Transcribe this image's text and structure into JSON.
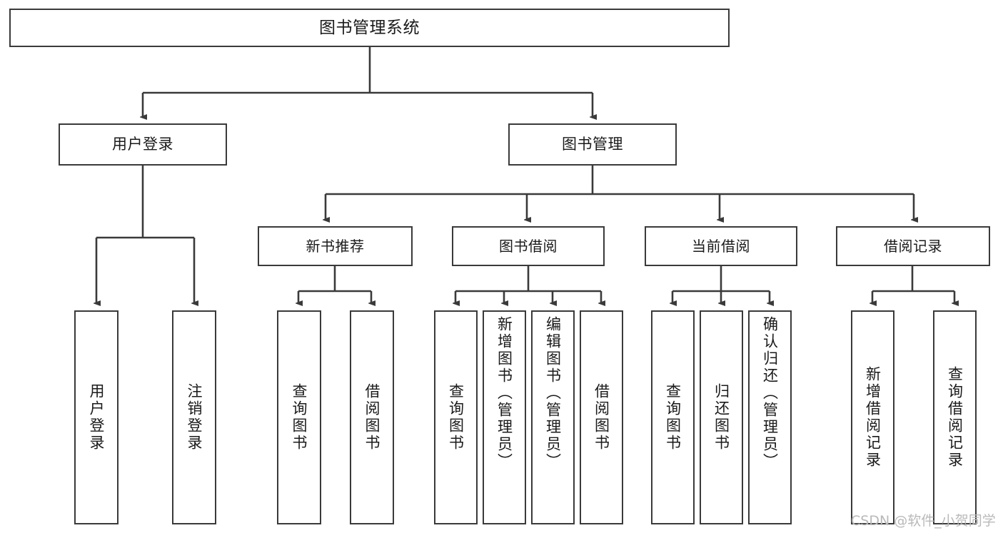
{
  "diagram": {
    "title": "图书管理系统",
    "type": "tree",
    "background_color": "#ffffff",
    "line_color": "#3a3a3a",
    "box_border_color": "#3a3a3a",
    "box_fill_color": "#ffffff",
    "text_color": "#1a1a1a"
  },
  "root": {
    "label": "图书管理系统"
  },
  "level2": [
    {
      "label": "用户登录"
    },
    {
      "label": "图书管理"
    }
  ],
  "level3": [
    {
      "label": "新书推荐"
    },
    {
      "label": "图书借阅"
    },
    {
      "label": "当前借阅"
    },
    {
      "label": "借阅记录"
    }
  ],
  "leaves": {
    "user_login": [
      {
        "label": "用户登录"
      },
      {
        "label": "注销登录"
      }
    ],
    "new_book_recommend": [
      {
        "label": "查询图书"
      },
      {
        "label": "借阅图书"
      }
    ],
    "book_borrow": [
      {
        "label": "查询图书"
      },
      {
        "label": "新增图书（管理员）"
      },
      {
        "label": "编辑图书（管理员）"
      },
      {
        "label": "借阅图书"
      }
    ],
    "current_borrow": [
      {
        "label": "查询图书"
      },
      {
        "label": "归还图书"
      },
      {
        "label": "确认归还（管理员）"
      }
    ],
    "borrow_record": [
      {
        "label": "新增借阅记录"
      },
      {
        "label": "查询借阅记录"
      }
    ]
  },
  "watermark": {
    "text": "CSDN @软件_小贺同学"
  }
}
